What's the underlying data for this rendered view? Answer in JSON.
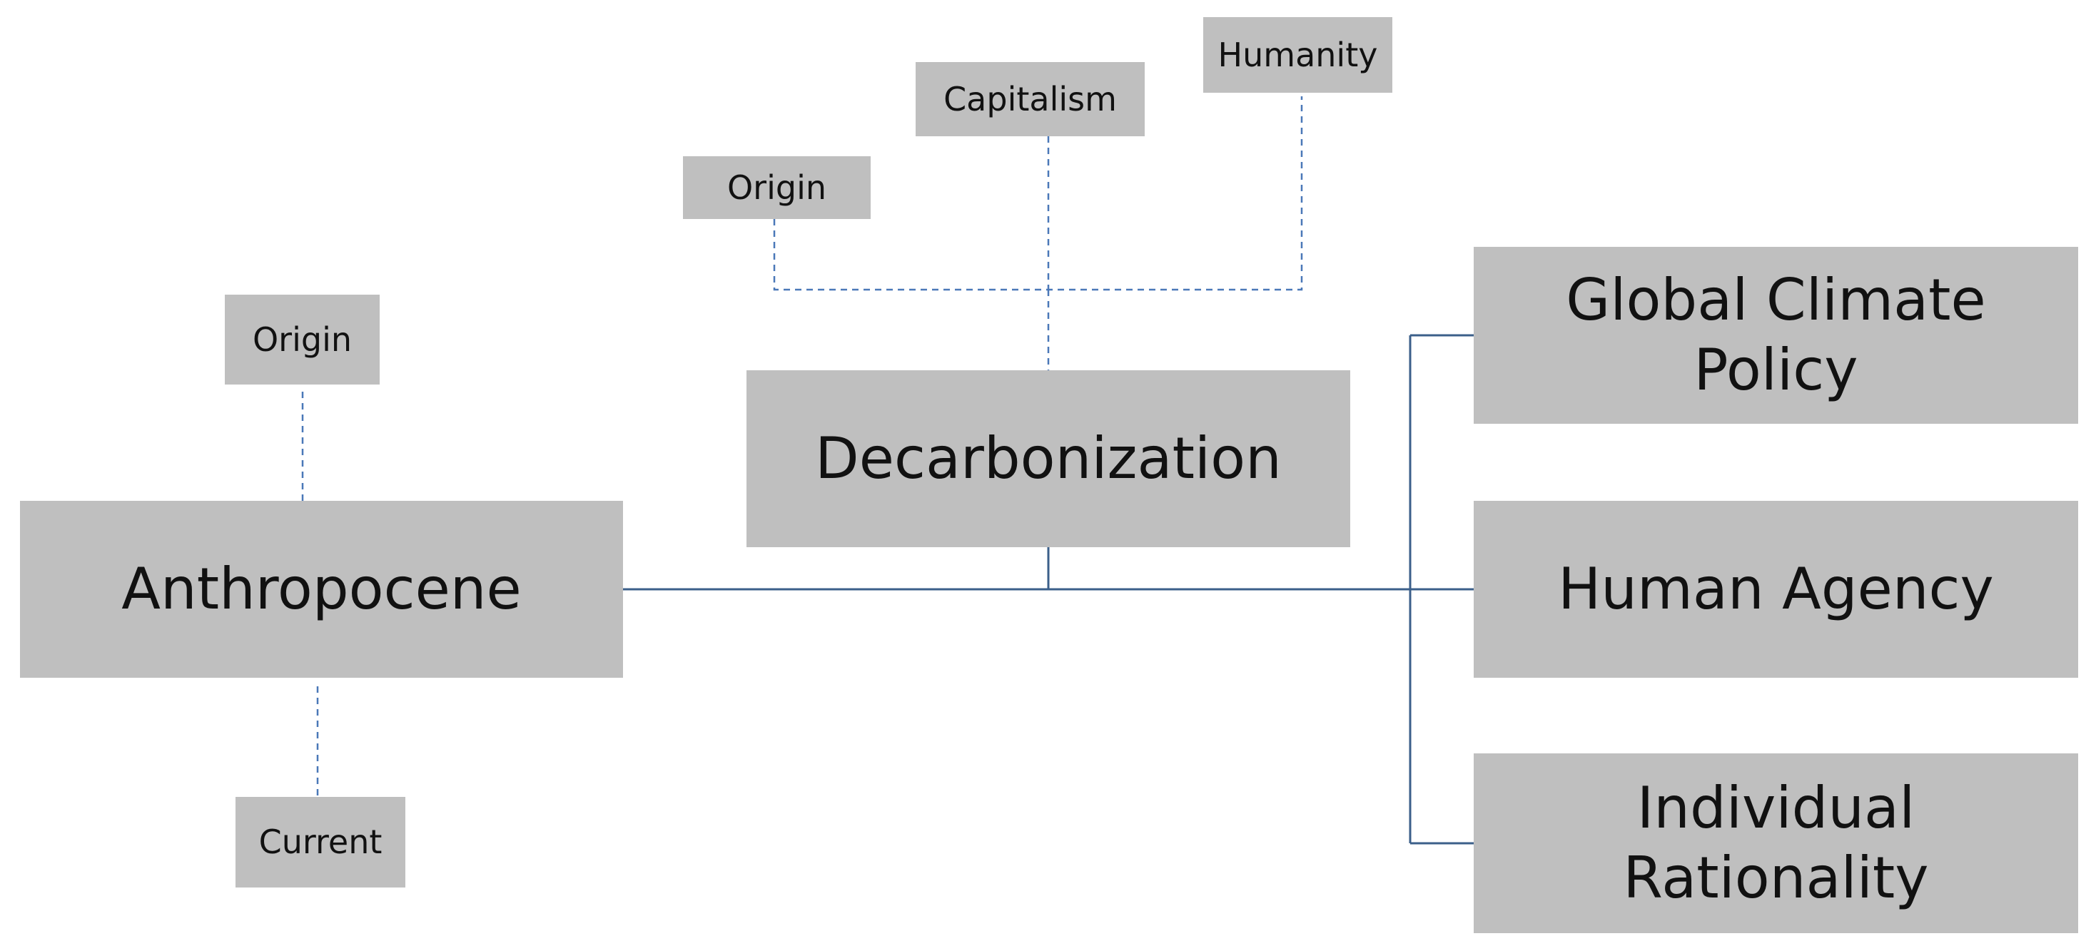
{
  "diagram": {
    "central": "Anthropocene",
    "anthropocene_aspects": {
      "origin": "Origin",
      "current": "Current"
    },
    "decarbonization": {
      "label": "Decarbonization",
      "aspects": {
        "origin": "Origin",
        "capitalism": "Capitalism",
        "humanity": "Humanity"
      }
    },
    "outcomes": {
      "global_climate_policy": "Global Climate\nPolicy",
      "human_agency": "Human Agency",
      "individual_rationality": "Individual\nRationality"
    },
    "colors": {
      "box_fill": "#bfbfbf",
      "solid_connector": "#3b5f8a",
      "dashed_connector": "#4a78b8",
      "text": "#111111"
    }
  }
}
